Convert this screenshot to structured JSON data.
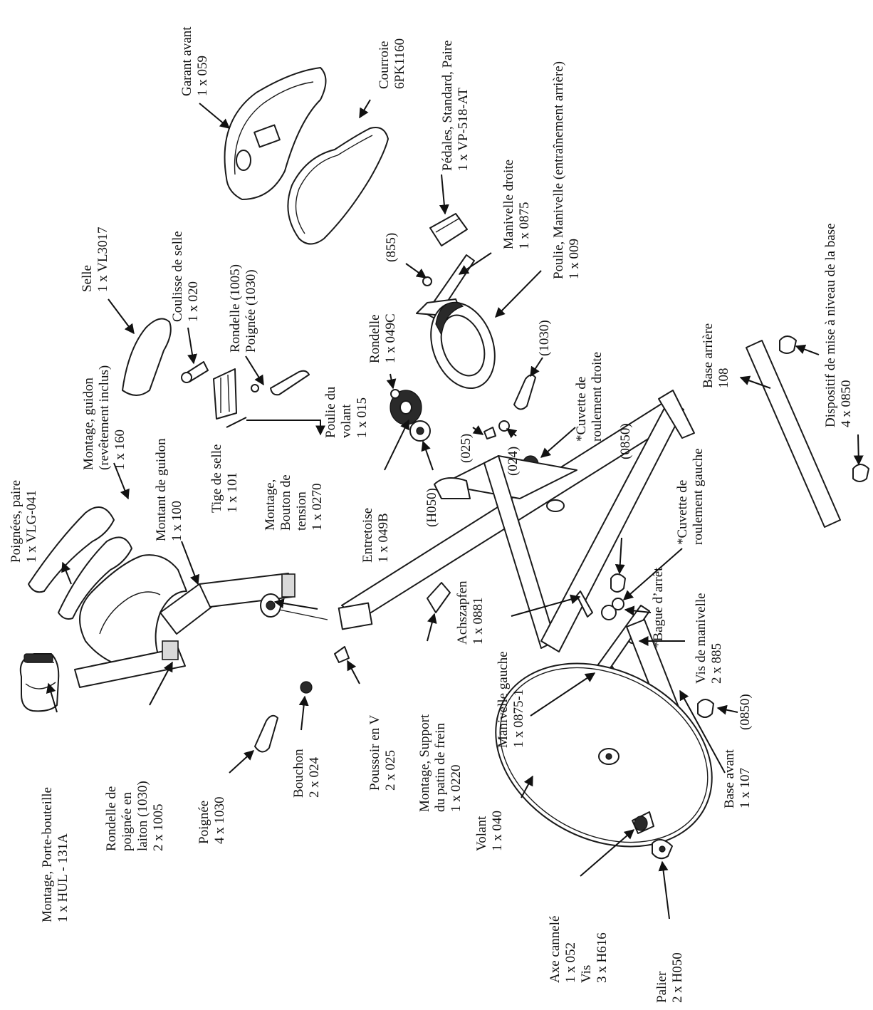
{
  "labels": {
    "bottle_holder": [
      "Montage, Porte-bouteille",
      "1 x HUL - 131A"
    ],
    "handle_pair": [
      "Poignées, paire",
      "1 x VLG-041"
    ],
    "handlebar_assembly": [
      "Montage, guidon",
      "(revêtement inclus)",
      "1 x 160"
    ],
    "handlebar_post": [
      "Montant de guidon",
      "1 x 100"
    ],
    "brass_washer": [
      "Rondelle de",
      "poignée en",
      "laiton (1030)",
      "2 x 1005"
    ],
    "handle": [
      "Poignée",
      "4 x 1030"
    ],
    "plug": [
      "Bouchon",
      "2 x 024"
    ],
    "v_pusher": [
      "Poussoir en V",
      "2 x 025"
    ],
    "tension_knob": [
      "Montage,",
      "Bouton de",
      "tension",
      "1 x 0270"
    ],
    "seat": [
      "Selle",
      "1 x VL3017"
    ],
    "seat_slide": [
      "Coulisse de selle",
      "1 x 020"
    ],
    "washer_handle": [
      "Rondelle (1005)",
      "Poignée (1030)"
    ],
    "seat_post": [
      "Tige de selle",
      "1 x 101"
    ],
    "flywheel_pulley": [
      "Poulie du",
      "volant",
      "1 x 015"
    ],
    "washer_049c": [
      "Rondelle",
      "1 x 049C"
    ],
    "spacer": [
      "Entretoise",
      "1 x 049B"
    ],
    "h050": [
      "(H050)"
    ],
    "front_guard": [
      "Garant avant",
      "1 x 059"
    ],
    "belt": [
      "Courroie",
      "6PK1160"
    ],
    "pedals": [
      "Pédales, Standard, Paire",
      "1 x VP-518-AT"
    ],
    "right_crank": [
      "Manivelle droite",
      "1 x 0875"
    ],
    "pulley_crank": [
      "Poulie, Manivelle (entraînement arrière)",
      "1 x 009"
    ],
    "n855": [
      "(855)"
    ],
    "n1030": [
      "(1030)"
    ],
    "n025": [
      "(025)"
    ],
    "n024": [
      "(024)"
    ],
    "right_cup": [
      "*Cuvette de",
      "roulement droite"
    ],
    "n0850_top": [
      "(0850)"
    ],
    "left_cup": [
      "*Cuvette de",
      "roulement gauche"
    ],
    "stop_ring": [
      "*Bague d’arrêt"
    ],
    "crank_screw": [
      "Vis de manivelle",
      "2 x 885"
    ],
    "n0850_bottom": [
      "(0850)"
    ],
    "front_base": [
      "Base avant",
      "1 x 107"
    ],
    "rear_base": [
      "Base arrière",
      "108"
    ],
    "leveler": [
      "Dispositif de mise à niveau de la base",
      "4 x 0850"
    ],
    "brake_support": [
      "Montage, Support",
      "du patin de frein",
      "1 x 0220"
    ],
    "axle_pin": [
      "Achszapfen",
      "1 x 0881"
    ],
    "left_crank": [
      "Manivelle gauche",
      "1 x 0875-1"
    ],
    "flywheel": [
      "Volant",
      "1 x 040"
    ],
    "splined_axle": [
      "Axe cannelé",
      "1 x 052",
      "Vis",
      "3 x H616"
    ],
    "bearing": [
      "Palier",
      "2 x H050"
    ]
  }
}
